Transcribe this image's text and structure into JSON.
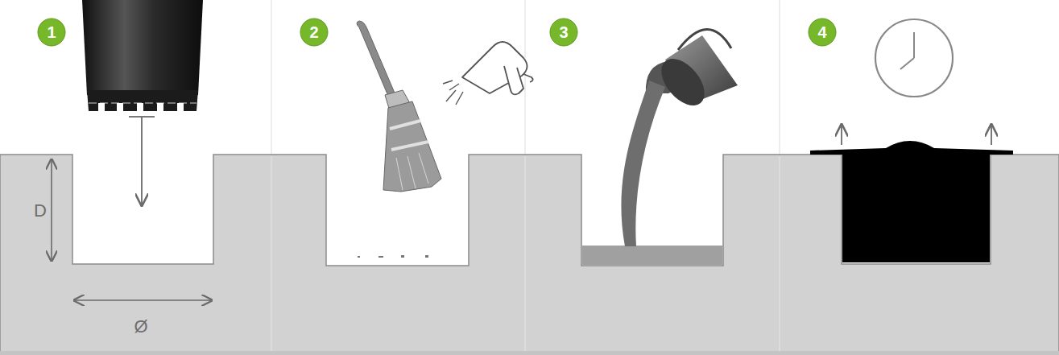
{
  "diagram": {
    "nodes": [
      {
        "text": [
          "1"
        ]
      },
      {
        "text": [
          "2"
        ]
      },
      {
        "text": [
          "3"
        ]
      },
      {
        "text": [
          "4"
        ]
      }
    ],
    "labels": [
      "D",
      "Ø"
    ]
  }
}
